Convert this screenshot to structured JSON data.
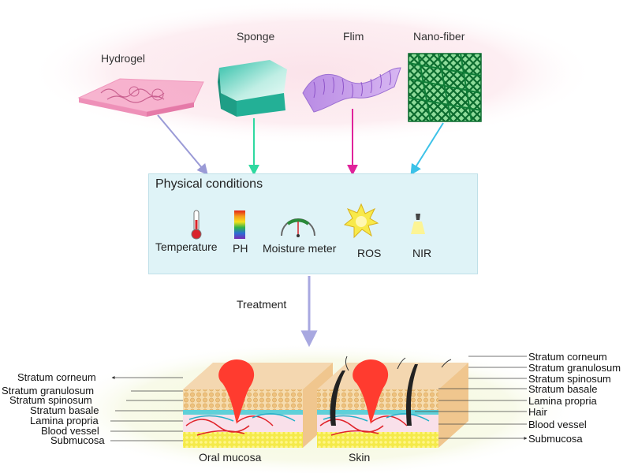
{
  "materials": [
    {
      "id": "hydrogel",
      "label": "Hydrogel"
    },
    {
      "id": "sponge",
      "label": "Sponge"
    },
    {
      "id": "film",
      "label": "Flim"
    },
    {
      "id": "nanofiber",
      "label": "Nano-fiber"
    }
  ],
  "panel": {
    "title": "Physical conditions",
    "conditions": [
      {
        "id": "temperature",
        "label": "Temperature",
        "icon": "thermometer-icon"
      },
      {
        "id": "ph",
        "label": "PH",
        "icon": "ph-strip-icon"
      },
      {
        "id": "moisture",
        "label": "Moisture meter",
        "icon": "gauge-icon"
      },
      {
        "id": "ros",
        "label": "ROS",
        "icon": "burst-icon"
      },
      {
        "id": "nir",
        "label": "NIR",
        "icon": "flashlight-icon"
      }
    ]
  },
  "treatment_label": "Treatment",
  "oral": {
    "caption": "Oral mucosa",
    "layers": [
      "Stratum corneum",
      "Stratum granulosum",
      "Stratum spinosum",
      "Stratum basale",
      "Lamina propria",
      "Blood vessel",
      "Submucosa"
    ]
  },
  "skin": {
    "caption": "Skin",
    "layers": [
      "Stratum corneum",
      "Stratum granulosum",
      "Stratum spinosum",
      "Stratum basale",
      "Lamina propria",
      "Hair",
      "Blood vessel",
      "Submucosa"
    ]
  },
  "colors": {
    "arrow_hydrogel": "#9a9ad6",
    "arrow_sponge": "#2fd9a0",
    "arrow_film": "#e0239b",
    "arrow_nanofiber": "#3cc2e8",
    "arrow_treatment": "#a8a8e0",
    "wound": "#ff3b2f",
    "panel_bg": "#dff3f7"
  }
}
